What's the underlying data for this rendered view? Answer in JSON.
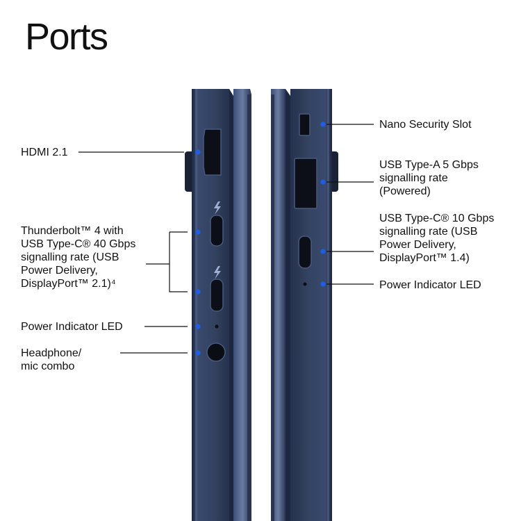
{
  "title": "Ports",
  "left_side": {
    "hdmi": "HDMI 2.1",
    "thunderbolt": [
      "Thunderbolt™ 4 with",
      "USB Type-C® 40 Gbps",
      "signalling rate (USB",
      "Power Delivery,",
      "DisplayPort™ 2.1)⁴"
    ],
    "power_led": "Power Indicator LED",
    "headphone": [
      "Headphone/",
      "mic combo"
    ]
  },
  "right_side": {
    "nano_security": "Nano Security Slot",
    "usb_a": [
      "USB Type-A 5 Gbps",
      "signalling rate",
      "(Powered)"
    ],
    "usb_c": [
      "USB Type-C® 10 Gbps",
      "signalling rate (USB",
      "Power Delivery,",
      "DisplayPort™ 1.4)"
    ],
    "power_led": "Power Indicator LED"
  },
  "colors": {
    "laptop_body": "#2c3a5a",
    "laptop_highlight": "#56678c",
    "callout_dot": "#1e5ee6",
    "leader_line": "#111111"
  },
  "icons": {
    "thunderbolt": "lightning-bolt-icon"
  }
}
